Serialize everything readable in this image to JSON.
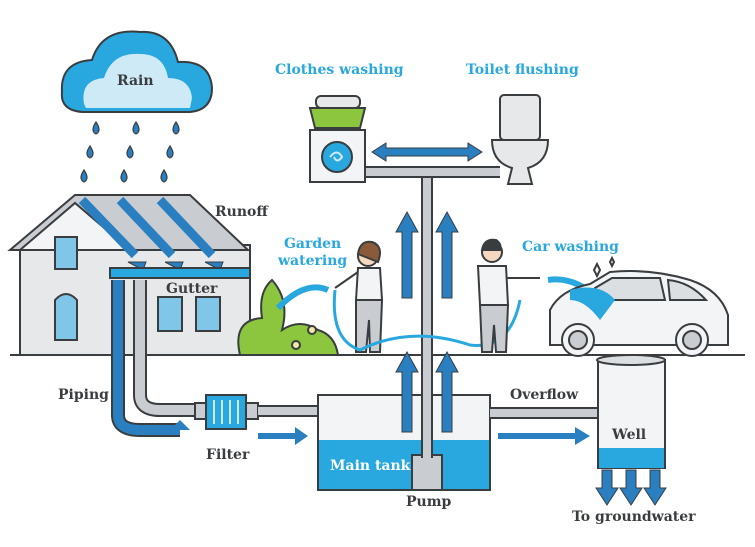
{
  "labels": {
    "rain": "Rain",
    "clothes_washing": "Clothes washing",
    "toilet_flushing": "Toilet flushing",
    "runoff": "Runoff",
    "garden_watering": "Garden\nwatering",
    "car_washing": "Car washing",
    "gutter": "Gutter",
    "piping": "Piping",
    "filter": "Filter",
    "main_tank": "Main tank",
    "pump": "Pump",
    "overflow": "Overflow",
    "well": "Well",
    "to_groundwater": "To groundwater"
  },
  "colors": {
    "accent_blue": "#29a8e0",
    "deep_blue": "#2a7fc0",
    "outline": "#3a3d40",
    "light_gray": "#e6e8ea",
    "mid_gray": "#c9cdd1",
    "green": "#8cc63f"
  }
}
